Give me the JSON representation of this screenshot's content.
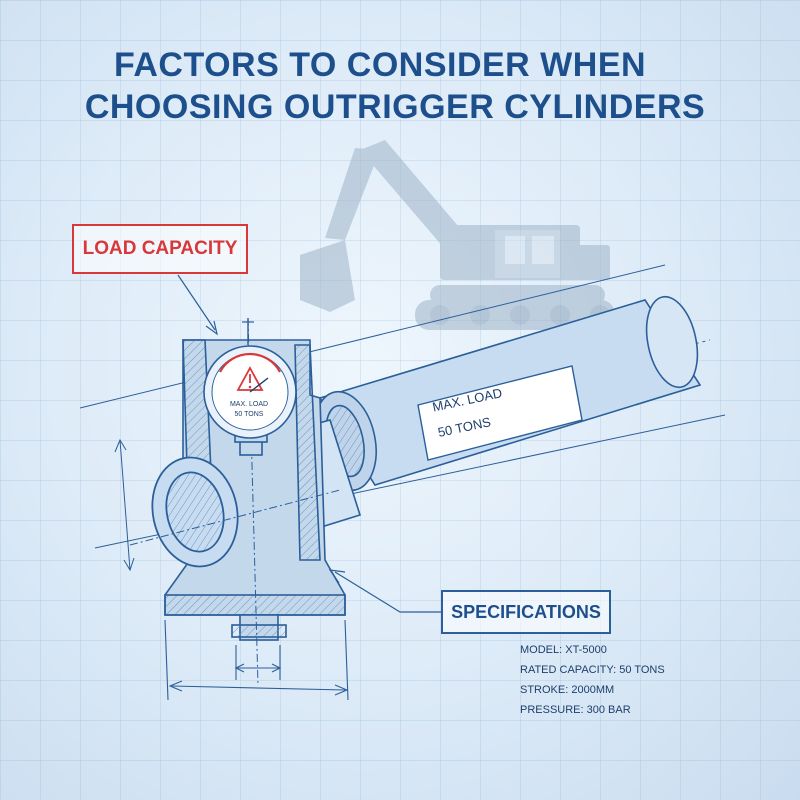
{
  "title": {
    "line1": "FACTORS TO CONSIDER WHEN",
    "line2": "CHOOSING OUTRIGGER CYLINDERS"
  },
  "callouts": {
    "load_capacity": "LOAD CAPACITY",
    "specifications": "SPECIFICATIONS"
  },
  "label_plate": {
    "line1": "MAX. LOAD",
    "line2": "50 TONS"
  },
  "gauge": {
    "line1": "MAX. LOAD",
    "line2": "50 TONS"
  },
  "specs": [
    "MODEL: XT-5000",
    "RATED CAPACITY: 50 TONS",
    "STROKE: 2000MM",
    "PRESSURE: 300 BAR"
  ],
  "colors": {
    "accent_red": "#d9383a",
    "line_blue": "#2b5f9a",
    "title_blue": "#1d4f8c"
  }
}
